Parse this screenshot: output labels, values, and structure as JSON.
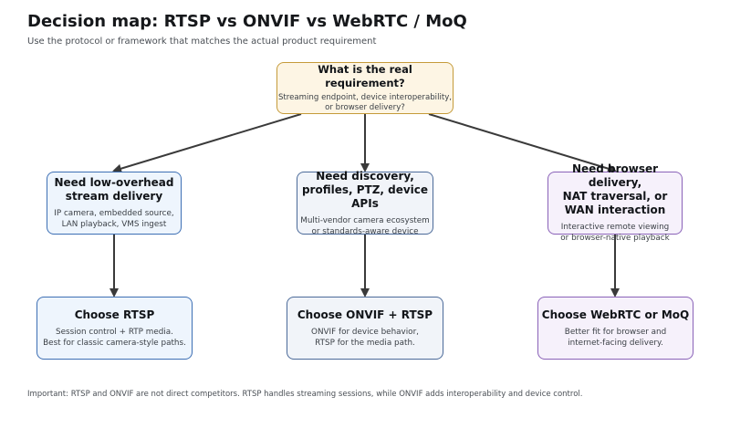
{
  "header": {
    "title": "Decision map: RTSP vs ONVIF vs WebRTC / MoQ",
    "subtitle": "Use the protocol or framework that matches the actual product requirement"
  },
  "root": {
    "title": "What is the real requirement?",
    "description": "Streaming endpoint, device interoperability,\nor browser delivery?"
  },
  "branches": [
    {
      "need_title": "Need low-overhead\nstream delivery",
      "need_description": "IP camera, embedded source,\nLAN playback, VMS ingest",
      "choice_title": "Choose RTSP",
      "choice_description": "Session control + RTP media.\nBest for classic camera-style paths."
    },
    {
      "need_title": "Need discovery,\nprofiles, PTZ, device APIs",
      "need_description": "Multi-vendor camera ecosystem\nor standards-aware device",
      "choice_title": "Choose ONVIF + RTSP",
      "choice_description": "ONVIF for device behavior,\nRTSP for the media path."
    },
    {
      "need_title": "Need browser delivery,\nNAT traversal, or WAN interaction",
      "need_description": "Interactive remote viewing\nor browser-native playback",
      "choice_title": "Choose WebRTC or MoQ",
      "choice_description": "Better fit for browser and\ninternet-facing delivery."
    }
  ],
  "footnote": "Important: RTSP and ONVIF are not direct competitors. RTSP handles streaming sessions, while ONVIF adds interoperability and device control.",
  "colors": {
    "root_fill": "#fdf5e4",
    "root_border": "#c59b3a",
    "blue_border": "#3d6fb4",
    "slate_border": "#4b6a99",
    "purple_border": "#8a62b8",
    "arrow": "#3a3a3a"
  }
}
